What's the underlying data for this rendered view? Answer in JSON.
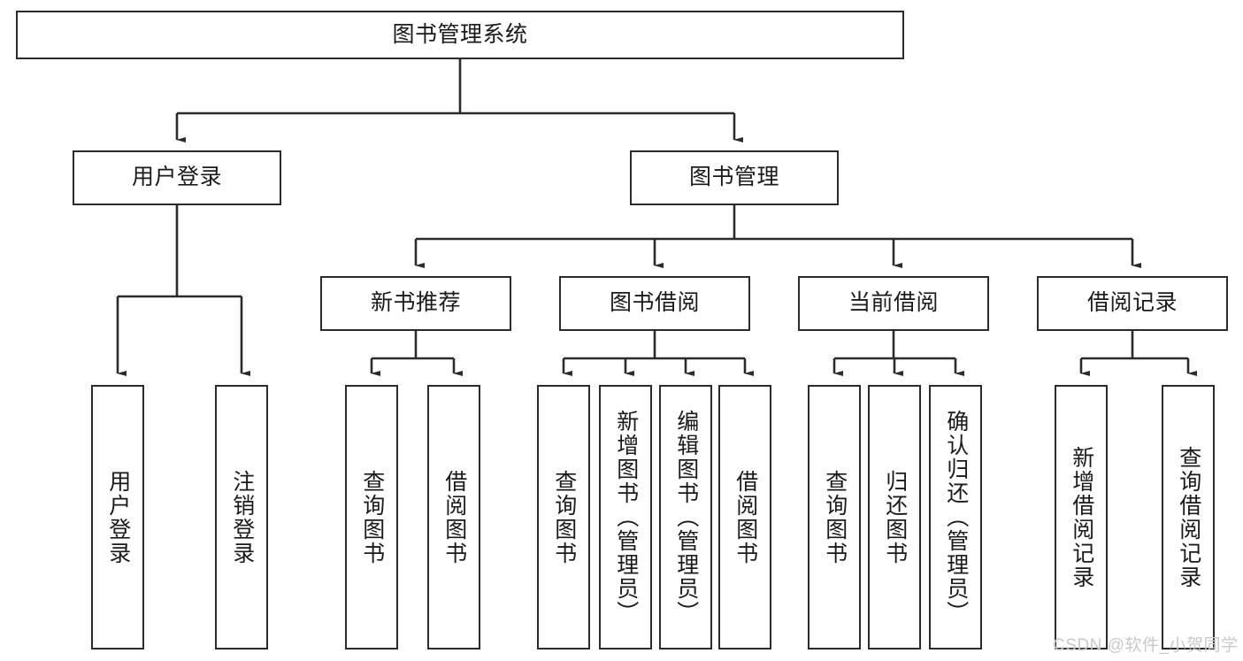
{
  "diagram": {
    "title": "图书管理系统",
    "type": "tree-hierarchy-chart",
    "levels": {
      "root": {
        "label": "图书管理系统"
      },
      "level2": [
        {
          "label": "用户登录"
        },
        {
          "label": "图书管理"
        }
      ],
      "level3": [
        {
          "label": "新书推荐"
        },
        {
          "label": "图书借阅"
        },
        {
          "label": "当前借阅"
        },
        {
          "label": "借阅记录"
        }
      ],
      "leaves_user_login": [
        {
          "label": "用户登录"
        },
        {
          "label": "注销登录"
        }
      ],
      "leaves_new_book": [
        {
          "label": "查询图书"
        },
        {
          "label": "借阅图书"
        }
      ],
      "leaves_borrow": [
        {
          "label": "查询图书"
        },
        {
          "label": "新增图书（管理员）"
        },
        {
          "label": "编辑图书（管理员）"
        },
        {
          "label": "借阅图书"
        }
      ],
      "leaves_current": [
        {
          "label": "查询图书"
        },
        {
          "label": "归还图书"
        },
        {
          "label": "确认归还（管理员）"
        }
      ],
      "leaves_records": [
        {
          "label": "新增借阅记录"
        },
        {
          "label": "查询借阅记录"
        }
      ]
    },
    "watermark": "CSDN @软件_小贺同学",
    "colors": {
      "stroke": "#2b2b2b",
      "background": "#ffffff",
      "text": "#1a1a1a",
      "watermark": "#c9c9c9"
    }
  }
}
